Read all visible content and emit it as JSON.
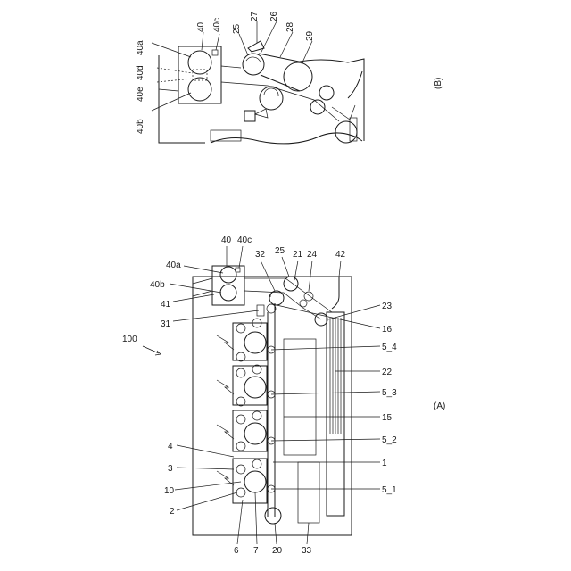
{
  "figure_number": "100",
  "panel_a": {
    "caption": "(A)",
    "labels": [
      "2",
      "10",
      "3",
      "4",
      "6",
      "7",
      "20",
      "33",
      "5_1",
      "1",
      "5_2",
      "15",
      "5_3",
      "22",
      "5_4",
      "16",
      "23",
      "31",
      "41",
      "40b",
      "40a",
      "40",
      "40c",
      "32",
      "25",
      "21",
      "24",
      "42"
    ]
  },
  "panel_b": {
    "caption": "(B)",
    "labels": [
      "40b",
      "40e",
      "40d",
      "40a",
      "40",
      "40c",
      "25",
      "27",
      "26",
      "28",
      "29"
    ]
  }
}
